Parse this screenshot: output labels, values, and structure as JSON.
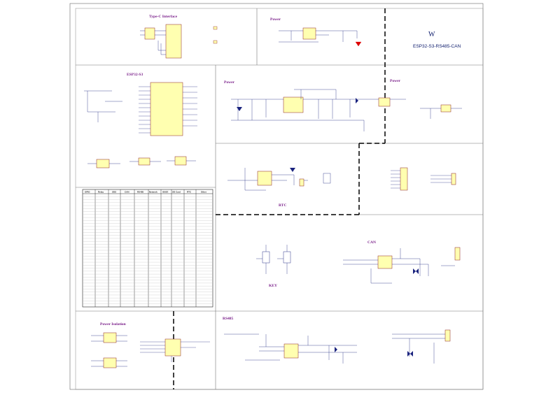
{
  "sections": {
    "typec": "Type-C Interface",
    "power_top": "Power",
    "esp32": "ESP32-S3",
    "power_mid_left": "Power",
    "power_mid_right": "Power",
    "rtc": "RTC",
    "can": "CAN",
    "key": "KEY",
    "power_isolation": "Power Isolation",
    "rs485": "RS485"
  },
  "brand": {
    "logo": "W",
    "board_name": "ESP32-S3-RS485-CAN"
  },
  "gpio_table": {
    "headers": [
      "GPIO",
      "Relay",
      "SDS",
      "CAN",
      "RS485",
      "Network",
      "IO/OE",
      "SD Card",
      "RTC",
      "Other"
    ],
    "row_count": 38
  },
  "colors": {
    "border": "#555555",
    "title": "#7a1f8a",
    "ic_fill": "#ffffb0",
    "wire": "#1a237e",
    "dashed": "#000000"
  }
}
